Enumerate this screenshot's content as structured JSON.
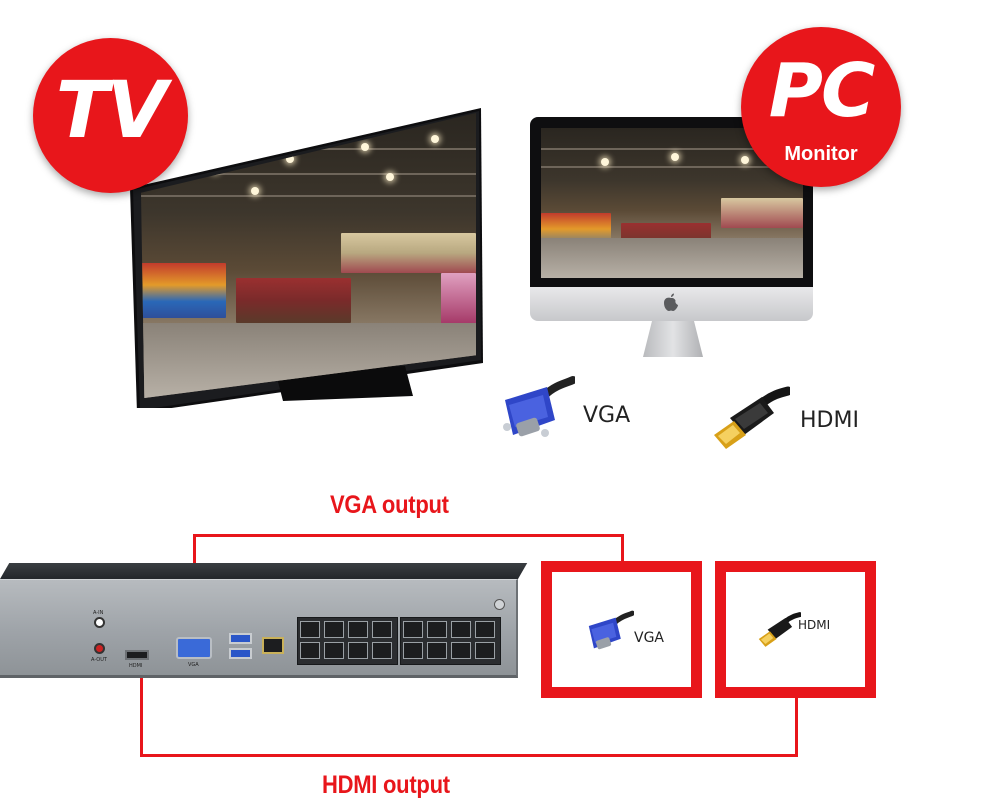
{
  "badges": {
    "tv": {
      "text": "TV"
    },
    "pc": {
      "text": "PC",
      "subtext": "Monitor"
    }
  },
  "connectors": {
    "vga_label": "VGA",
    "hdmi_label": "HDMI"
  },
  "outputs": {
    "vga_title": "VGA output",
    "hdmi_title": "HDMI output",
    "vga_box_label": "VGA",
    "hdmi_box_label": "HDMI"
  },
  "nvr": {
    "ain_label": "A-IN",
    "aout_label": "A-OUT",
    "vga_port_label": "VGA",
    "hdmi_port_label": "HDMI"
  },
  "colors": {
    "accent_red": "#e8161b",
    "vga_blue": "#2f46c8",
    "hdmi_gold": "#d8a018"
  },
  "icons": [
    "apple-logo-icon",
    "vga-connector-icon",
    "hdmi-connector-icon"
  ]
}
